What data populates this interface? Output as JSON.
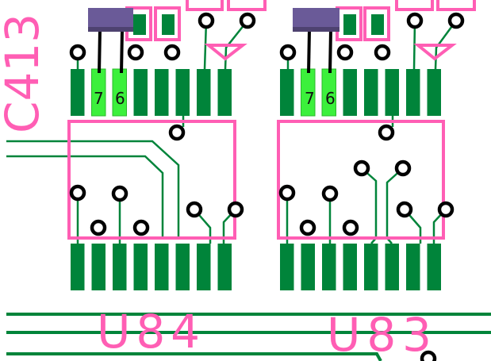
{
  "board": {
    "colors": {
      "copper": "#00843a",
      "silkscreen": "#ff5eb4",
      "highlight": "#3cf03c",
      "component": "#6a5a98",
      "via": "#000000"
    },
    "labels": {
      "c413": "C413",
      "u84": "U84",
      "u83": "U83"
    },
    "components": [
      {
        "ref": "U84",
        "pins_highlighted": [
          "7",
          "6"
        ]
      },
      {
        "ref": "U83",
        "pins_highlighted": [
          "7",
          "6"
        ]
      }
    ]
  }
}
